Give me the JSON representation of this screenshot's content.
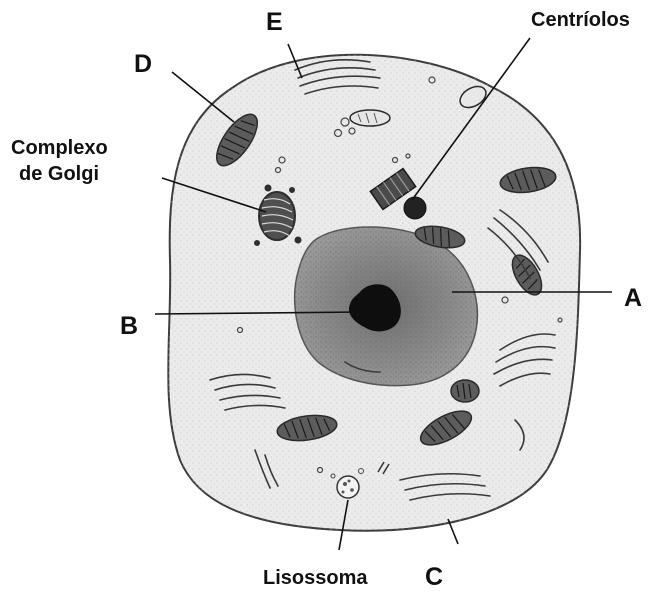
{
  "labels": {
    "a": "A",
    "b": "B",
    "c": "C",
    "d": "D",
    "e": "E",
    "centriolos": "Centríolos",
    "golgi_line1": "Complexo",
    "golgi_line2": "de Golgi",
    "lisossoma": "Lisossoma"
  },
  "colors": {
    "cytoplasm": "#ececec",
    "membrane": "#4a4a4a",
    "nucleus": "#8e8e8e",
    "nucleolus": "#111111",
    "organelle": "#5a5a5a",
    "leader_line": "#111111"
  }
}
